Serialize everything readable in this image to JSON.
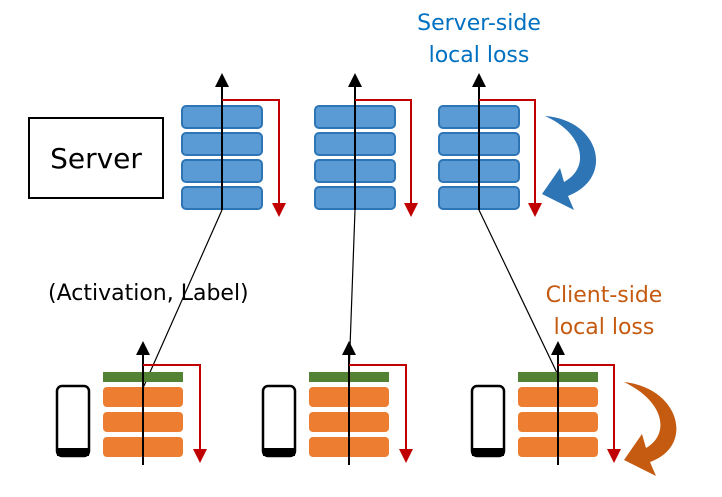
{
  "labels": {
    "server": "Server",
    "activation_label": "(Activation, Label)",
    "server_side_line1": "Server-side",
    "server_side_line2": "local loss",
    "client_side_line1": "Client-side",
    "client_side_line2": "local loss"
  },
  "colors": {
    "server_layer_fill": "#5b9bd5",
    "server_layer_stroke": "#2e75b6",
    "client_layer_fill": "#ed7d31",
    "client_cut_layer_fill": "#548235",
    "loss_arrow": "#c00000",
    "server_loss_text": "#0070c0",
    "client_loss_text": "#c55a11",
    "server_curved_arrow": "#2e75b6",
    "client_curved_arrow": "#c55a11",
    "line": "#000000"
  },
  "icons": {
    "device": "smartphone-icon"
  },
  "counts": {
    "server_stacks": 3,
    "client_stacks": 3,
    "server_layers_per_stack": 4,
    "client_layers_per_stack": 3
  }
}
